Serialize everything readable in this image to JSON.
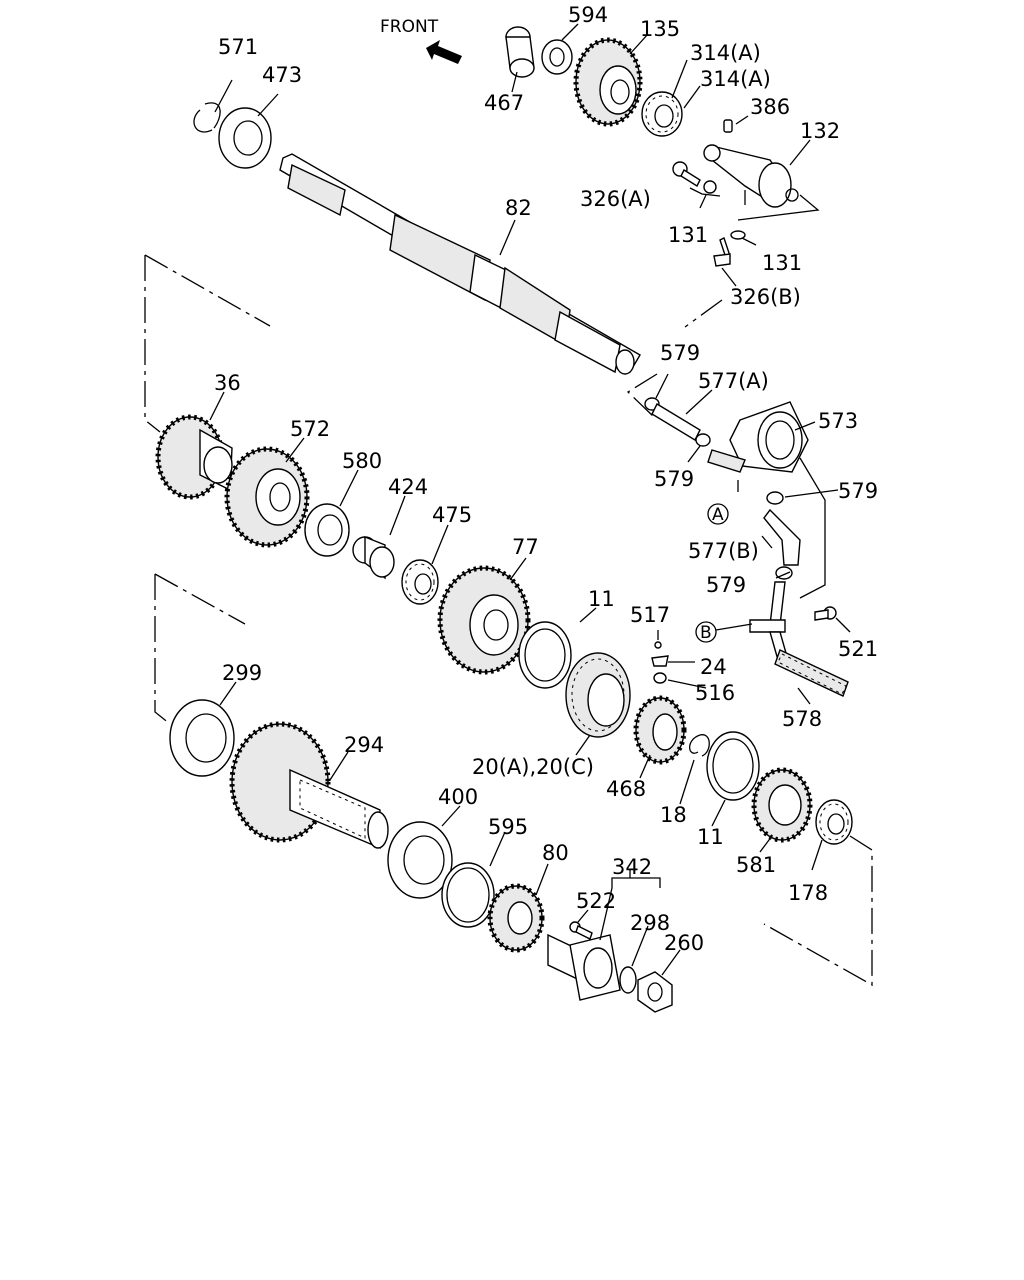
{
  "header": {
    "front_label": "FRONT"
  },
  "labels": {
    "l571": "571",
    "l473": "473",
    "l467": "467",
    "l594": "594",
    "l135": "135",
    "l314a1": "314(A)",
    "l314a2": "314(A)",
    "l386": "386",
    "l132": "132",
    "l326a": "326(A)",
    "l131a": "131",
    "l131b": "131",
    "l326b": "326(B)",
    "l82": "82",
    "l579a": "579",
    "l577a": "577(A)",
    "l573": "573",
    "l579b": "579",
    "l579c": "579",
    "lA": "A",
    "l577b": "577(B)",
    "l579d": "579",
    "l36": "36",
    "l572": "572",
    "l580": "580",
    "l424": "424",
    "l475": "475",
    "l77": "77",
    "l11a": "11",
    "l517": "517",
    "l24": "24",
    "l516": "516",
    "lB": "B",
    "l521": "521",
    "l578": "578",
    "l299": "299",
    "l294": "294",
    "l20": "20(A),20(C)",
    "l468": "468",
    "l18": "18",
    "l11b": "11",
    "l400": "400",
    "l595": "595",
    "l80": "80",
    "l342": "342",
    "l522": "522",
    "l298": "298",
    "l260": "260",
    "l581": "581",
    "l178": "178"
  }
}
